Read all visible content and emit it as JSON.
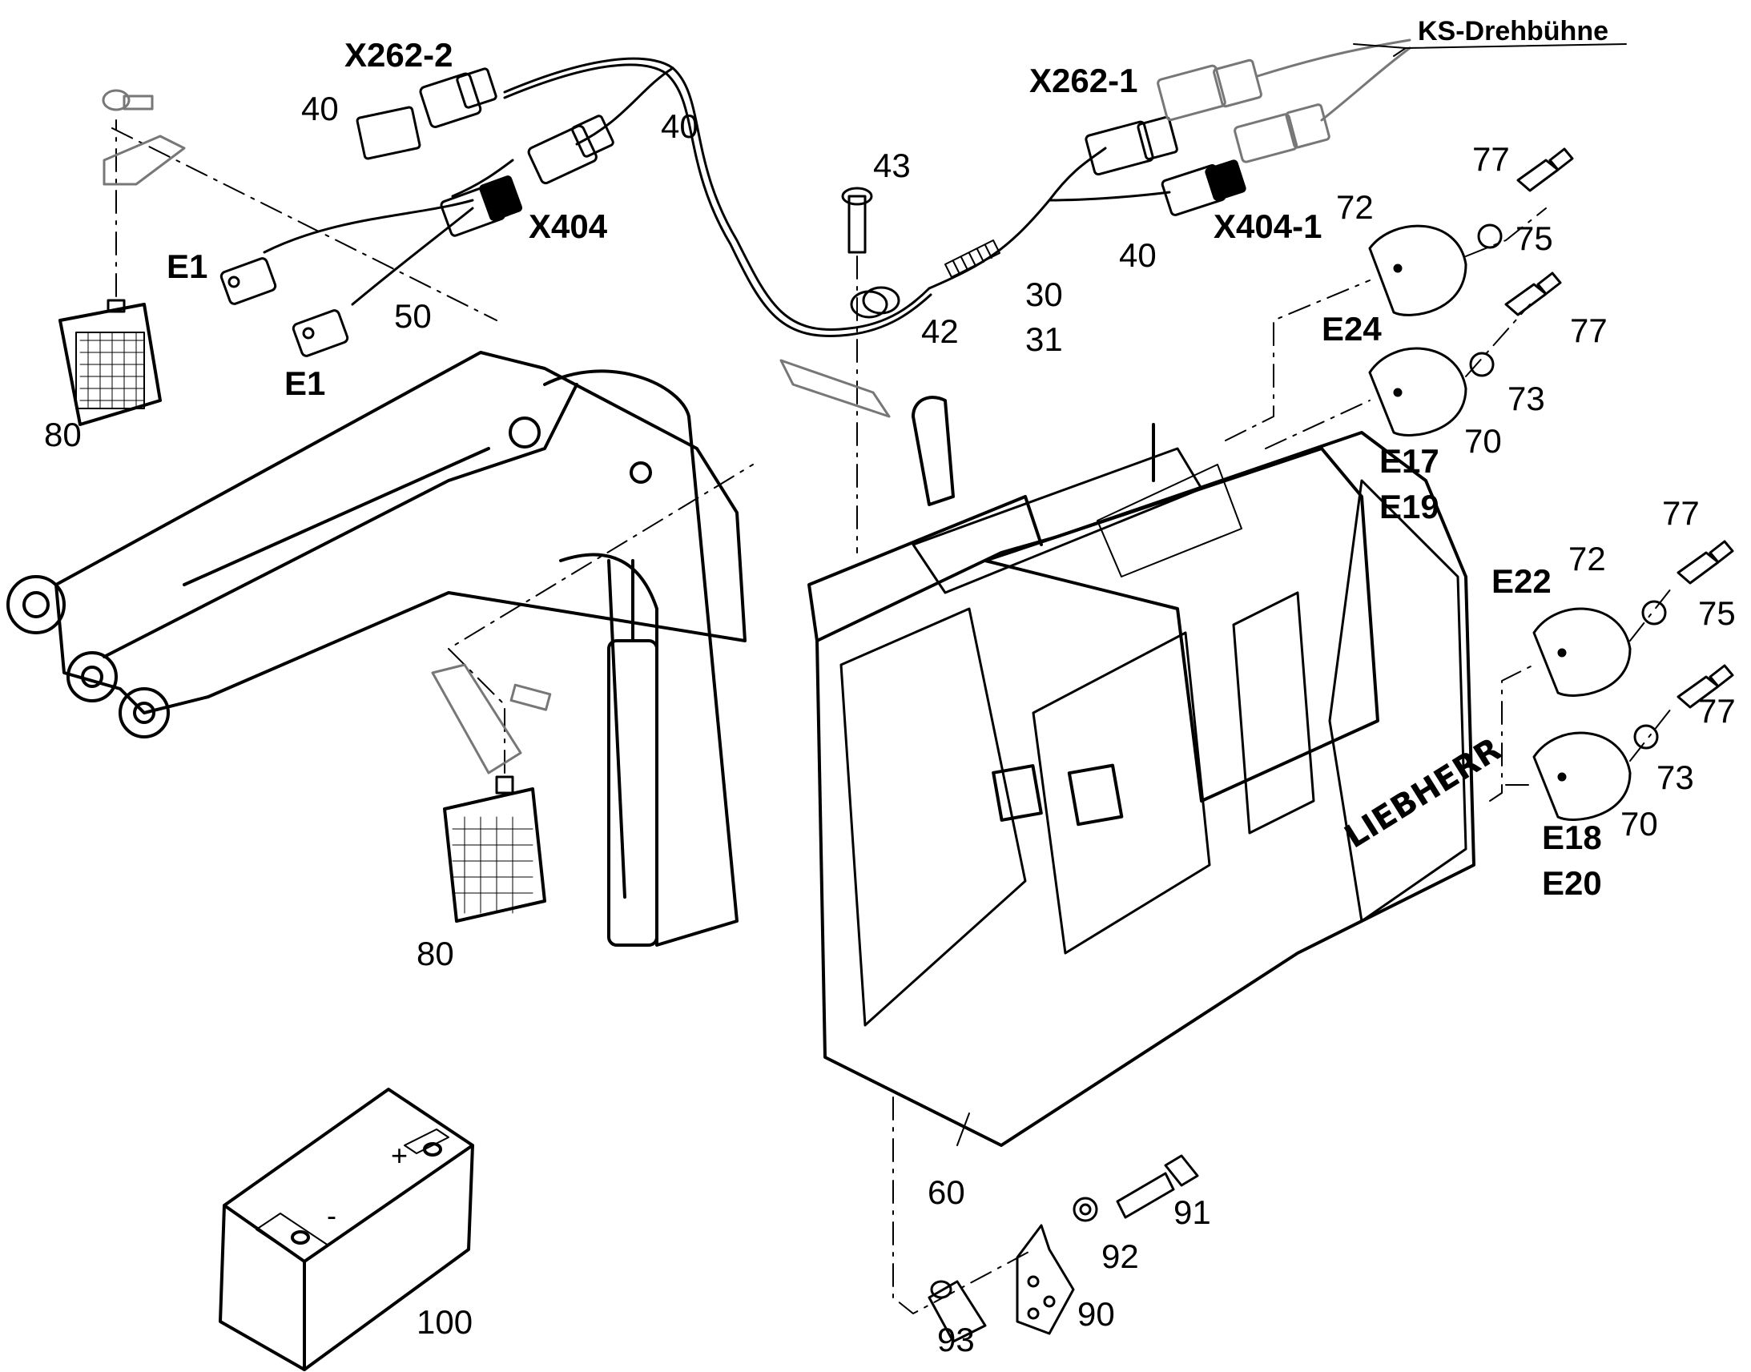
{
  "title": "KS-Drehbühne",
  "connectors": {
    "x262_2": "X262-2",
    "x262_1": "X262-1",
    "x404": "X404",
    "x404_1": "X404-1",
    "e1_a": "E1",
    "e1_b": "E1",
    "e24": "E24",
    "e17": "E17",
    "e19": "E19",
    "e22": "E22",
    "e18": "E18",
    "e20": "E20"
  },
  "part_numbers": {
    "p40_a": "40",
    "p40_b": "40",
    "p40_c": "40",
    "p43": "43",
    "p42": "42",
    "p30": "30",
    "p31": "31",
    "p50": "50",
    "p80_a": "80",
    "p80_b": "80",
    "p77_a": "77",
    "p72_a": "72",
    "p75_a": "75",
    "p77_b": "77",
    "p73_a": "73",
    "p70_a": "70",
    "p77_c": "77",
    "p72_b": "72",
    "p75_b": "75",
    "p77_d": "77",
    "p73_b": "73",
    "p70_b": "70",
    "p60": "60",
    "p91": "91",
    "p92": "92",
    "p90": "90",
    "p93": "93",
    "p100": "100"
  },
  "battery_marks": {
    "minus": "-",
    "plus": "+"
  },
  "brand": "LIEBHERR"
}
